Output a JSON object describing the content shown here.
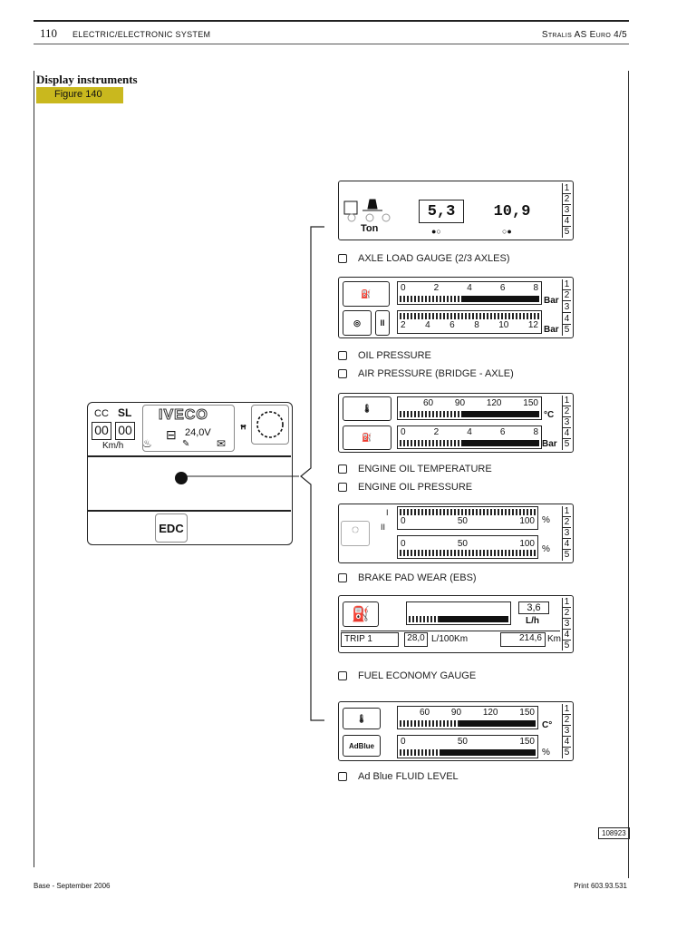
{
  "header": {
    "page_number": "110",
    "section": "ELECTRIC/ELECTRONIC SYSTEM",
    "model": "Stralis AS Euro 4/5"
  },
  "section_title": "Display instruments",
  "figure_label": "Figure 140",
  "dashboard": {
    "cc": "CC",
    "sl": "SL",
    "digit1": "00",
    "digit2": "00",
    "speed_unit": "Km/h",
    "brand": "IVECO",
    "voltage": "24,0V",
    "edc": "EDC"
  },
  "axle_panel": {
    "left_value": "5,3",
    "right_value": "10,9",
    "unit": "Ton",
    "rows": [
      "1",
      "2",
      "3",
      "4",
      "5"
    ]
  },
  "oil_air_panel": {
    "top_scale": [
      "0",
      "2",
      "4",
      "6",
      "8"
    ],
    "top_unit": "Bar",
    "bottom_scale": [
      "2",
      "4",
      "6",
      "8",
      "10",
      "12"
    ],
    "bottom_unit": "Bar",
    "rows": [
      "1",
      "2",
      "3",
      "4",
      "5"
    ]
  },
  "temp_panel": {
    "top_scale": [
      "60",
      "90",
      "120",
      "150"
    ],
    "top_unit": "°C",
    "bottom_scale": [
      "0",
      "2",
      "4",
      "6",
      "8"
    ],
    "bottom_unit": "Bar",
    "rows": [
      "1",
      "2",
      "3",
      "4",
      "5"
    ]
  },
  "brake_panel": {
    "label_i": "I",
    "label_ii": "II",
    "top_scale": [
      "0",
      "50",
      "100"
    ],
    "top_unit": "%",
    "bottom_scale": [
      "0",
      "50",
      "100"
    ],
    "bottom_unit": "%",
    "rows": [
      "1",
      "2",
      "3",
      "4",
      "5"
    ]
  },
  "fuel_panel": {
    "rate_value": "3,6",
    "rate_unit": "L/h",
    "trip_label": "TRIP 1",
    "trip_consumption": "28,0",
    "trip_consumption_unit": "L/100Km",
    "trip_distance": "214,6",
    "trip_distance_unit": "Km",
    "rows": [
      "1",
      "2",
      "3",
      "4",
      "5"
    ]
  },
  "adblue_panel": {
    "top_scale": [
      "60",
      "90",
      "120",
      "150"
    ],
    "top_unit": "C°",
    "adblue_label": "AdBlue",
    "bottom_scale": [
      "0",
      "50",
      "150"
    ],
    "bottom_unit": "%",
    "rows": [
      "1",
      "2",
      "3",
      "4",
      "5"
    ]
  },
  "captions": {
    "axle": "AXLE LOAD GAUGE (2/3 AXLES)",
    "oil_pressure": "OIL PRESSURE",
    "air_pressure": "AIR PRESSURE (BRIDGE - AXLE)",
    "engine_oil_temp": "ENGINE OIL TEMPERATURE",
    "engine_oil_pressure": "ENGINE OIL PRESSURE",
    "brake_pad": "BRAKE PAD WEAR (EBS)",
    "fuel_economy": "FUEL ECONOMY GAUGE",
    "adblue": "Ad Blue FLUID LEVEL"
  },
  "figure_code": "108923",
  "footer": {
    "left": "Base - September 2006",
    "right": "Print 603.93.531"
  }
}
